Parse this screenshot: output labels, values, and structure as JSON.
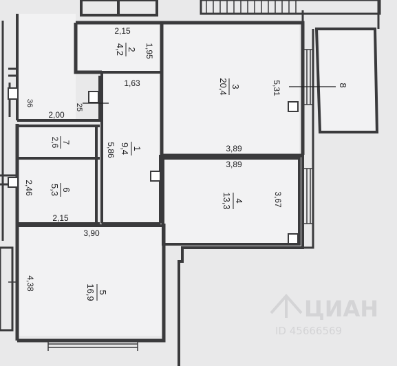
{
  "plan": {
    "rooms": [
      {
        "id": "r2",
        "number": "2",
        "area": "4,2"
      },
      {
        "id": "r3",
        "number": "3",
        "area": "20,4"
      },
      {
        "id": "r1",
        "number": "1",
        "area": "9,4"
      },
      {
        "id": "r7",
        "number": "7",
        "area": "2,6"
      },
      {
        "id": "r6",
        "number": "6",
        "area": "5,3"
      },
      {
        "id": "r4",
        "number": "4",
        "area": "13,3"
      },
      {
        "id": "r5",
        "number": "5",
        "area": "16,9"
      },
      {
        "id": "r8",
        "number": "8",
        "area": ""
      }
    ],
    "dimensions": [
      "2,15",
      "1,95",
      "1,63",
      "5,31",
      "2,00",
      "25",
      "36",
      "5,86",
      "3,89",
      "3,89",
      "2,46",
      "2,15",
      "3,67",
      "3,90",
      "4,38"
    ]
  },
  "watermark": {
    "brand": "ЦИАН",
    "id_text": "ID 45666569"
  },
  "colors": {
    "background": "#e9e9ea",
    "room_fill": "#f2f2f3",
    "wall": "#3a3a3c",
    "wall_fill": "#7e7e80"
  }
}
